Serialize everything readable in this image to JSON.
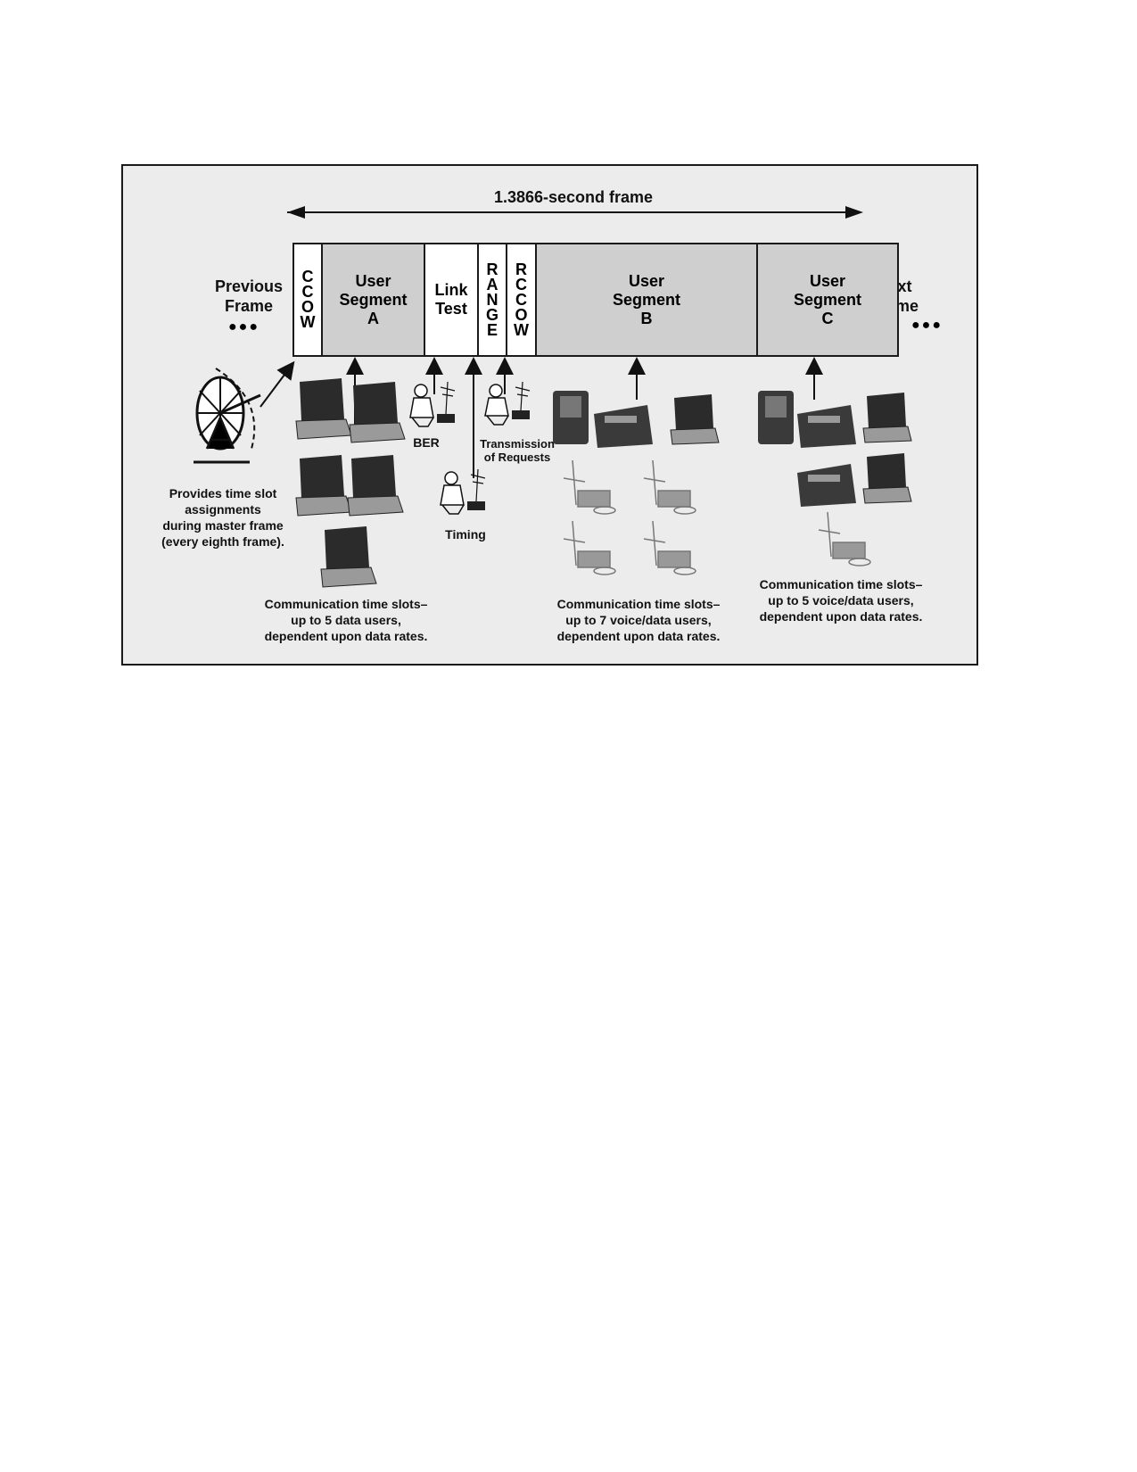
{
  "frame_label": "1.3866-second frame",
  "previous_frame": "Previous\nFrame",
  "next_frame": "Next\nFrame",
  "dots": "●●●",
  "segments": {
    "ccow": "C\nC\nO\nW",
    "user_a": "User\nSegment\nA",
    "link_test": "Link\nTest",
    "range": "R\nA\nN\nG\nE",
    "rccow": "R\nC\nC\nO\nW",
    "user_b": "User\nSegment\nB",
    "user_c": "User\nSegment\nC"
  },
  "labels": {
    "ber": "BER",
    "timing": "Timing",
    "transmission": "Transmission\nof Requests",
    "master": "Provides time slot\nassignments\nduring master frame\n(every eighth frame).",
    "comm_a": "Communication time slots–\nup to 5 data users,\ndependent upon data rates.",
    "comm_b": "Communication time slots–\nup to 7 voice/data users,\ndependent upon data rates.",
    "comm_c": "Communication time slots–\nup to 5 voice/data users,\ndependent upon data rates."
  },
  "colors": {
    "segment_grey": "#cfcfcf",
    "background": "#ececec"
  },
  "icons": [
    "satellite-dish-icon",
    "laptop-icon",
    "soldier-radio-icon",
    "phone-terminal-icon",
    "radio-antenna-icon"
  ]
}
